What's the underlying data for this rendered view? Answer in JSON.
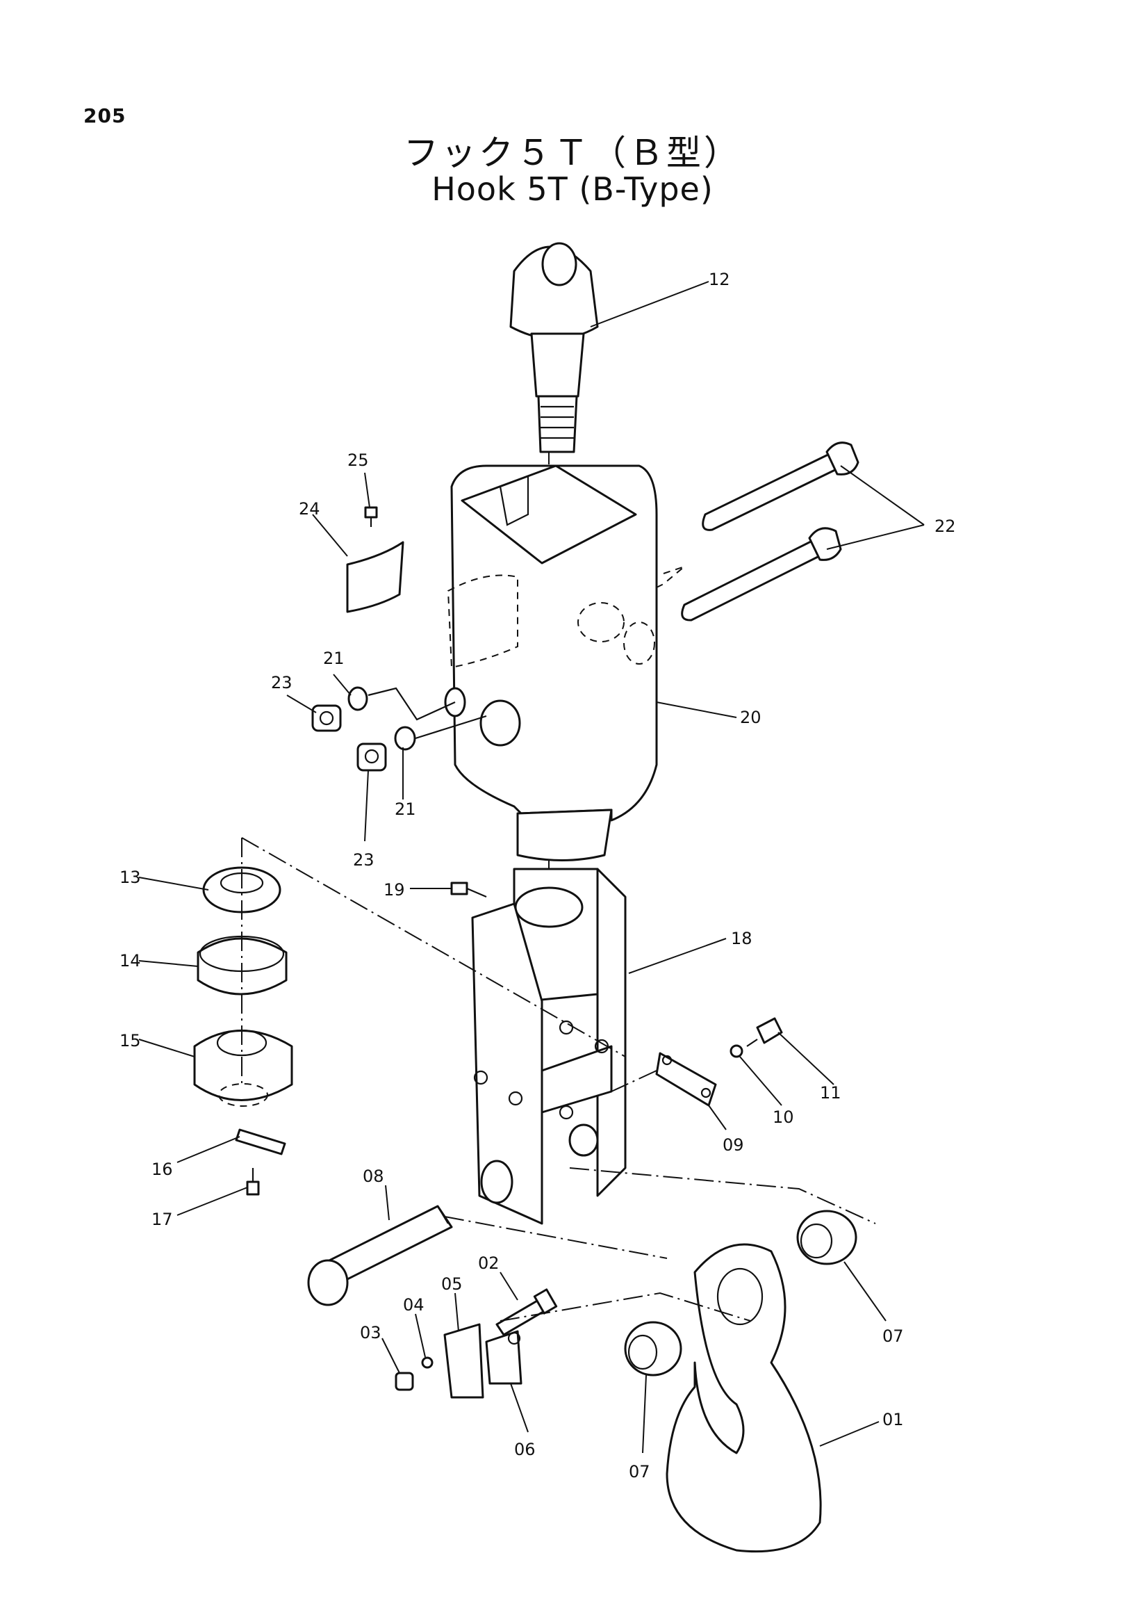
{
  "page": {
    "number": "205"
  },
  "title": {
    "japanese": "フック５Ｔ（Ｂ型）",
    "english": "Hook 5T (B-Type)"
  },
  "callouts": {
    "c01": "01",
    "c02": "02",
    "c03": "03",
    "c04": "04",
    "c05": "05",
    "c06": "06",
    "c07a": "07",
    "c07b": "07",
    "c08": "08",
    "c09": "09",
    "c10": "10",
    "c11": "11",
    "c12": "12",
    "c13": "13",
    "c14": "14",
    "c15": "15",
    "c16": "16",
    "c17": "17",
    "c18": "18",
    "c19": "19",
    "c20": "20",
    "c21a": "21",
    "c21b": "21",
    "c22": "22",
    "c23a": "23",
    "c23b": "23",
    "c24": "24",
    "c25": "25"
  }
}
